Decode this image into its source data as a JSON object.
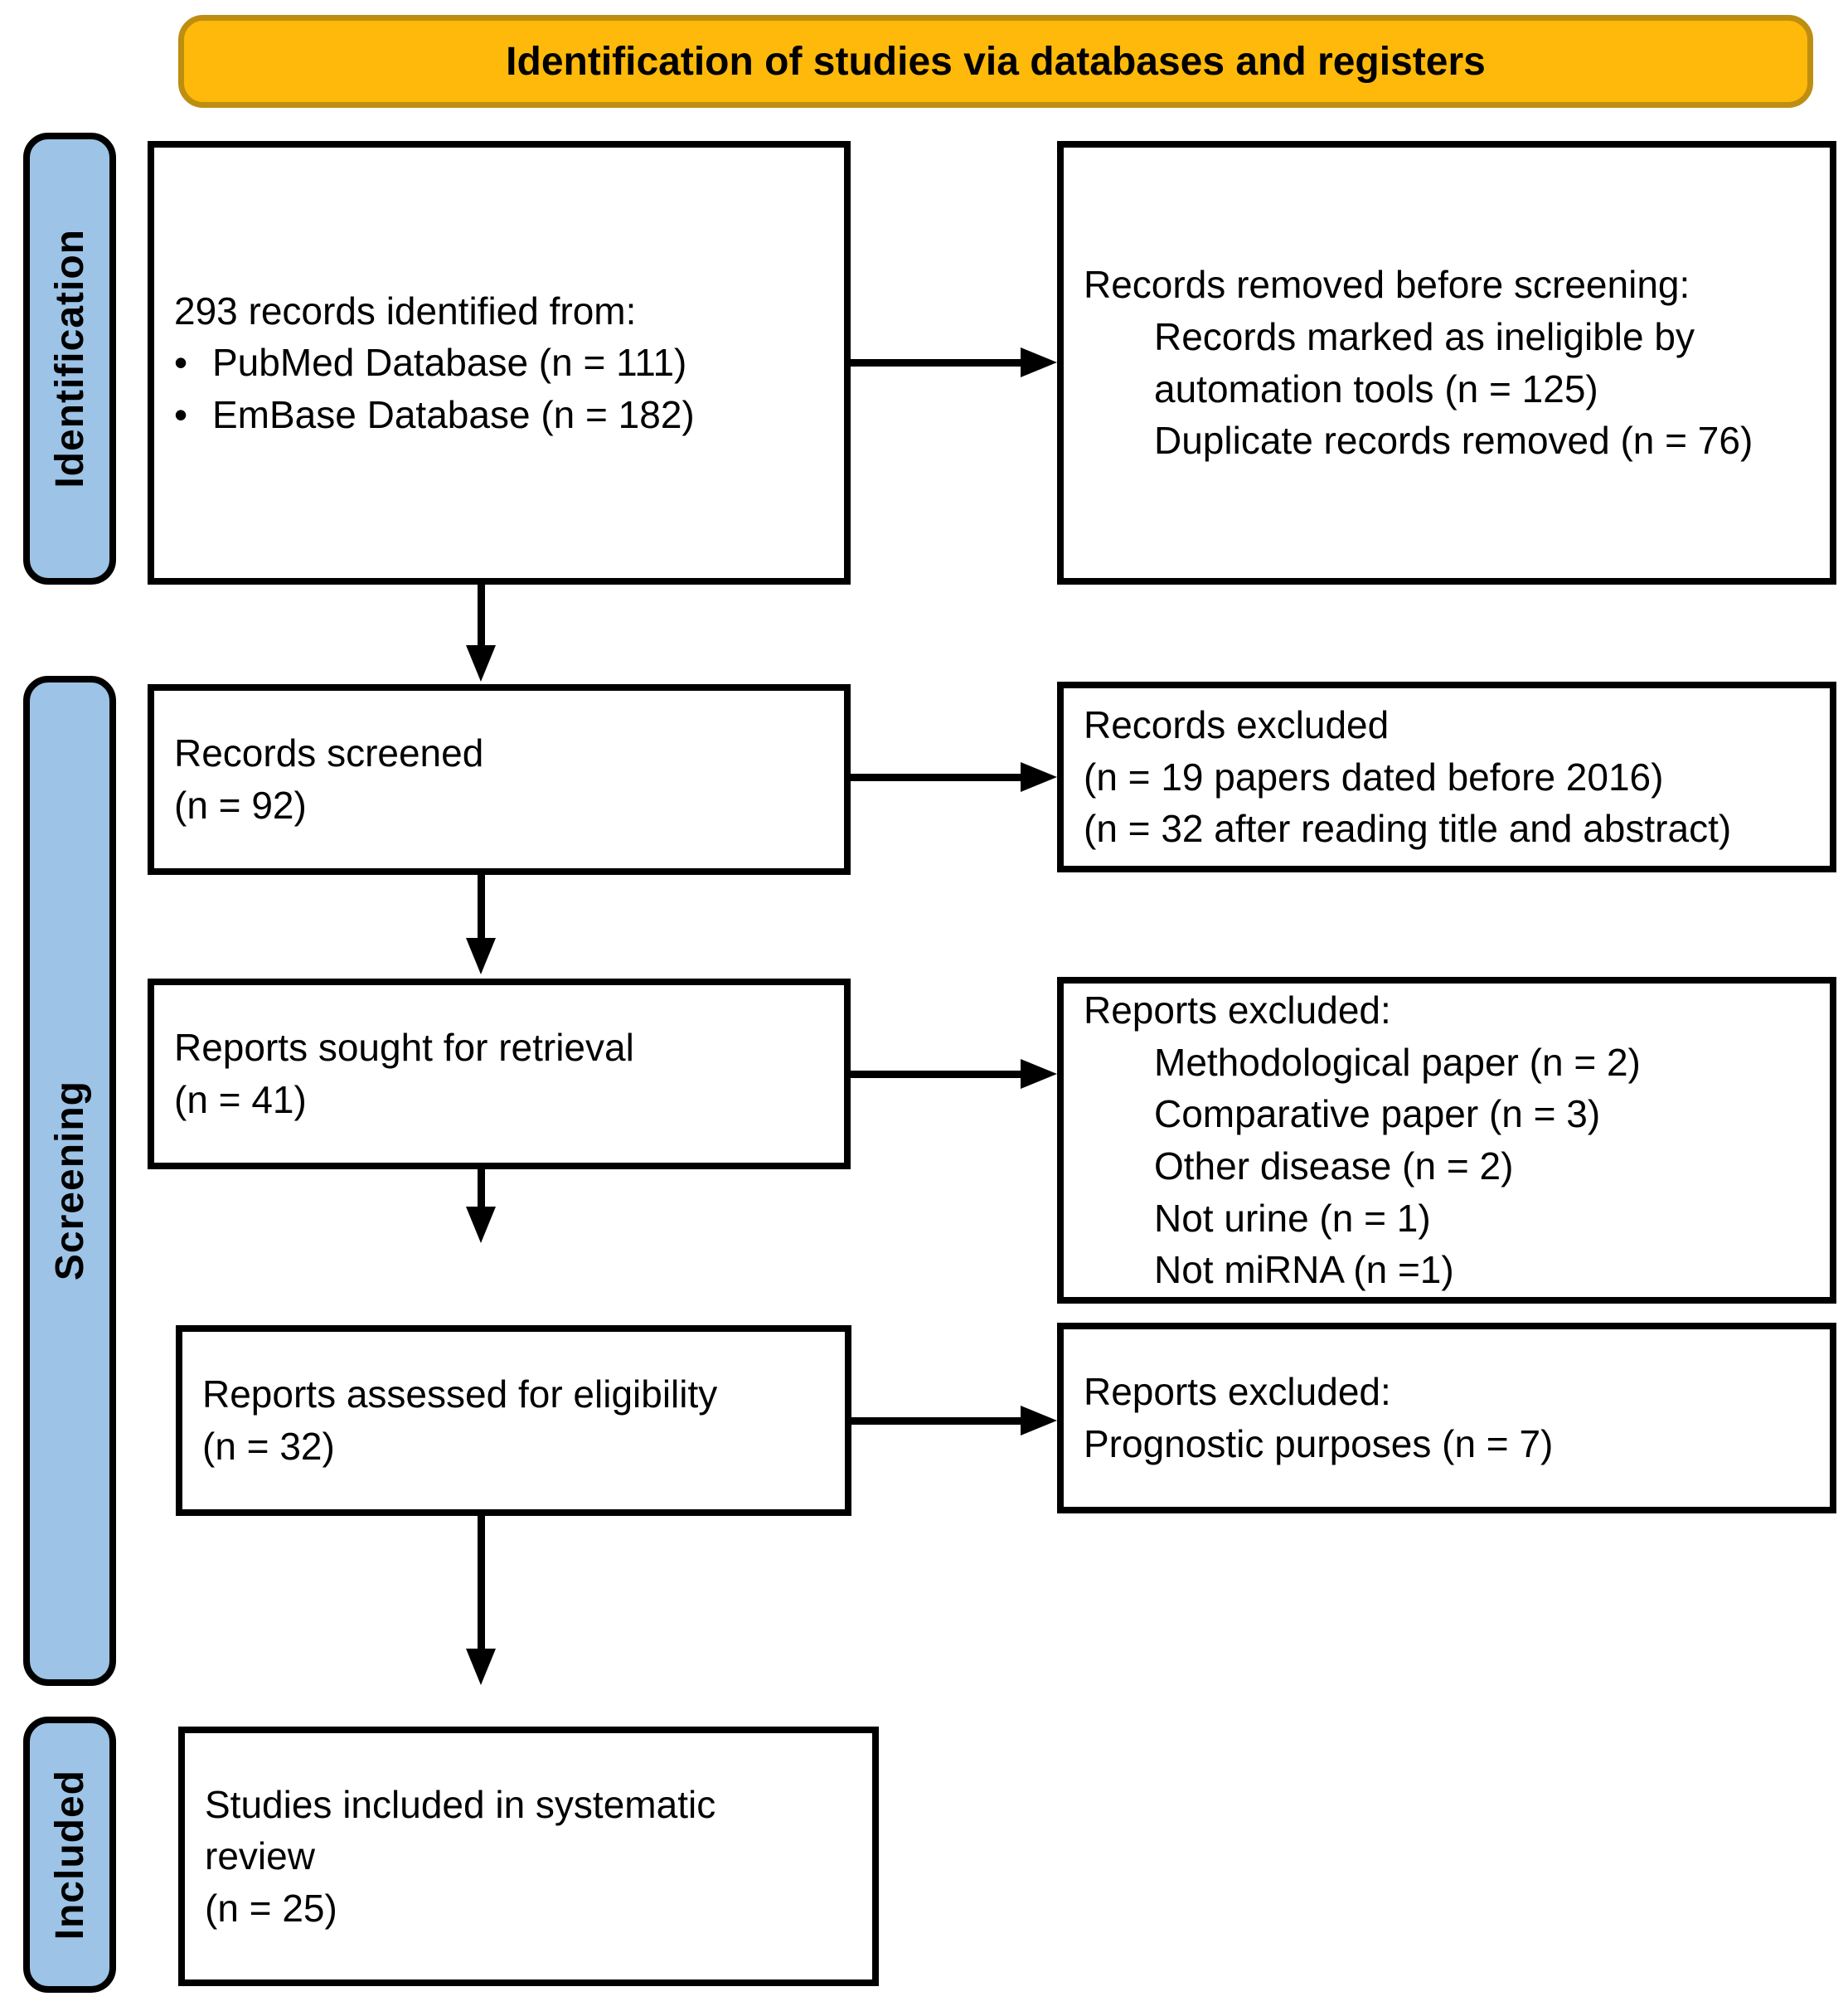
{
  "banner": {
    "title": "Identification of studies via databases and registers"
  },
  "colors": {
    "banner_fill": "#FFB90A",
    "banner_border": "#BE8E10",
    "stage_fill": "#9DC3E6",
    "line_color": "#000000"
  },
  "stages": {
    "identification": "Identification",
    "screening": "Screening",
    "included": "Included"
  },
  "boxes": {
    "identified": {
      "intro": "293 records identified from:",
      "bullet": "•",
      "items": [
        "PubMed Database (n = 111)",
        "EmBase Database (n = 182)"
      ]
    },
    "removed_before_screening": {
      "intro": "Records removed before screening:",
      "items": [
        "Records marked as ineligible by automation tools (n = 125)",
        "Duplicate records removed (n = 76)"
      ]
    },
    "screened": {
      "lines": [
        "Records screened",
        "(n = 92)"
      ]
    },
    "records_excluded": {
      "lines": [
        "Records excluded",
        "(n = 19 papers dated before 2016)",
        "(n = 32 after reading title and abstract)"
      ]
    },
    "sought": {
      "lines": [
        "Reports sought for retrieval",
        "(n = 41)"
      ]
    },
    "reports_excluded_retrieval": {
      "intro": "Reports excluded:",
      "items": [
        "Methodological paper (n = 2)",
        "Comparative paper (n = 3)",
        "Other disease (n = 2)",
        "Not urine (n = 1)",
        "Not miRNA (n =1)"
      ]
    },
    "assessed": {
      "lines": [
        "Reports assessed for eligibility",
        "(n = 32)"
      ]
    },
    "reports_excluded_eligibility": {
      "lines": [
        "Reports excluded:",
        "Prognostic purposes (n = 7)"
      ]
    },
    "included_studies": {
      "lines": [
        "Studies included in systematic",
        "review",
        "(n = 25)"
      ]
    }
  }
}
